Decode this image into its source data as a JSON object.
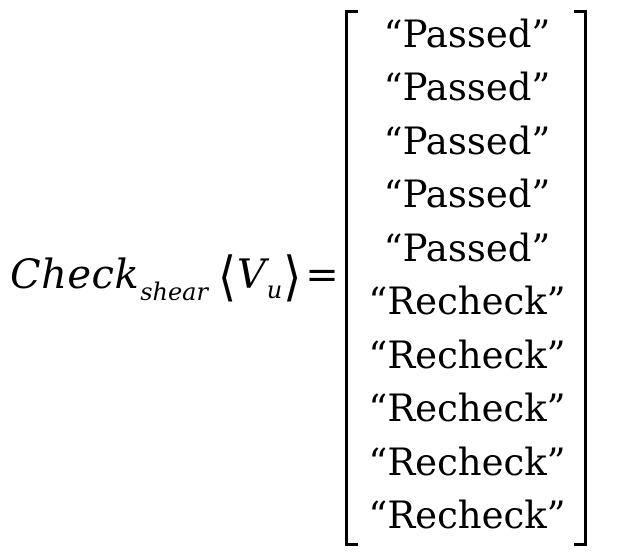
{
  "equation": {
    "function_name": "Check",
    "function_subscript": "shear",
    "left_delimiter": "⟨",
    "argument": "V",
    "argument_subscript": "u",
    "right_delimiter": "⟩",
    "equals": "=",
    "rows": [
      "“Passed”",
      "“Passed”",
      "“Passed”",
      "“Passed”",
      "“Passed”",
      "“Recheck”",
      "“Recheck”",
      "“Recheck”",
      "“Recheck”",
      "“Recheck”"
    ]
  }
}
